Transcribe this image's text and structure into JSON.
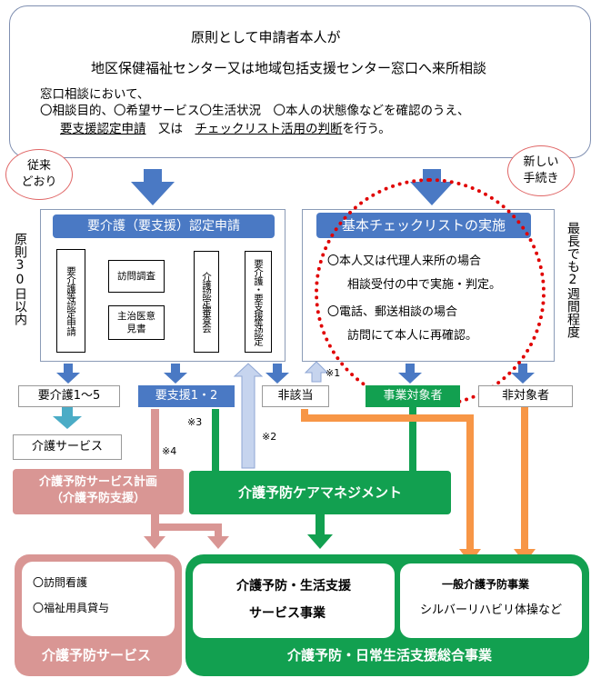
{
  "top": {
    "line1": "原則として申請者本人が",
    "line2": "地区保健福祉センター又は地域包括支援センター窓口へ来所相談",
    "line3": "窓口相談において、",
    "line4": "〇相談目的、〇希望サービス〇生活状況　〇本人の状態像などを確認のうえ、",
    "line5a": "要支援認定申請",
    "line5b": "　又は　",
    "line5c": "チェックリスト活用の判断",
    "line5d": "を行う。"
  },
  "bubbles": {
    "left": [
      "従来",
      "どおり"
    ],
    "right": [
      "新しい",
      "手続き"
    ]
  },
  "side_left": "原則30日以内",
  "side_right": "最長でも2週間程度",
  "left_panel": {
    "title": "要介護（要支援）認定申請",
    "boxes": {
      "application": "要介護等認定申請",
      "visit": "訪問調査",
      "doctor": "主治医意見書",
      "review": "介護認定審査会",
      "decision": "要介護・要支援等認定"
    }
  },
  "right_panel": {
    "title": "基本チェックリストの実施",
    "item1": "〇本人又は代理人来所の場合",
    "item1b": "相談受付の中で実施・判定。",
    "item2": "〇電話、郵送相談の場合",
    "item2b": "訪問にて本人に再確認。"
  },
  "labels": {
    "care": "要介護1～5",
    "support": "要支援1・2",
    "notapplicable": "非該当",
    "target": "事業対象者",
    "nontarget": "非対象者",
    "care_service": "介護サービス"
  },
  "notes": {
    "n1": "※1",
    "n2": "※2",
    "n3": "※3",
    "n4": "※4"
  },
  "plan": {
    "line1": "介護予防サービス計画",
    "line2": "（介護予防支援）"
  },
  "care_mgmt": "介護予防ケアマネジメント",
  "bottom": {
    "prev_items": [
      "〇訪問看護",
      "〇福祉用具貸与"
    ],
    "prev_title": "介護予防サービス",
    "life_line1": "介護予防・生活支援",
    "life_line2": "サービス事業",
    "general_title": "一般介護予防事業",
    "general_sub": "シルバーリハビリ体操など",
    "total_title": "介護予防・日常生活支援総合事業"
  }
}
